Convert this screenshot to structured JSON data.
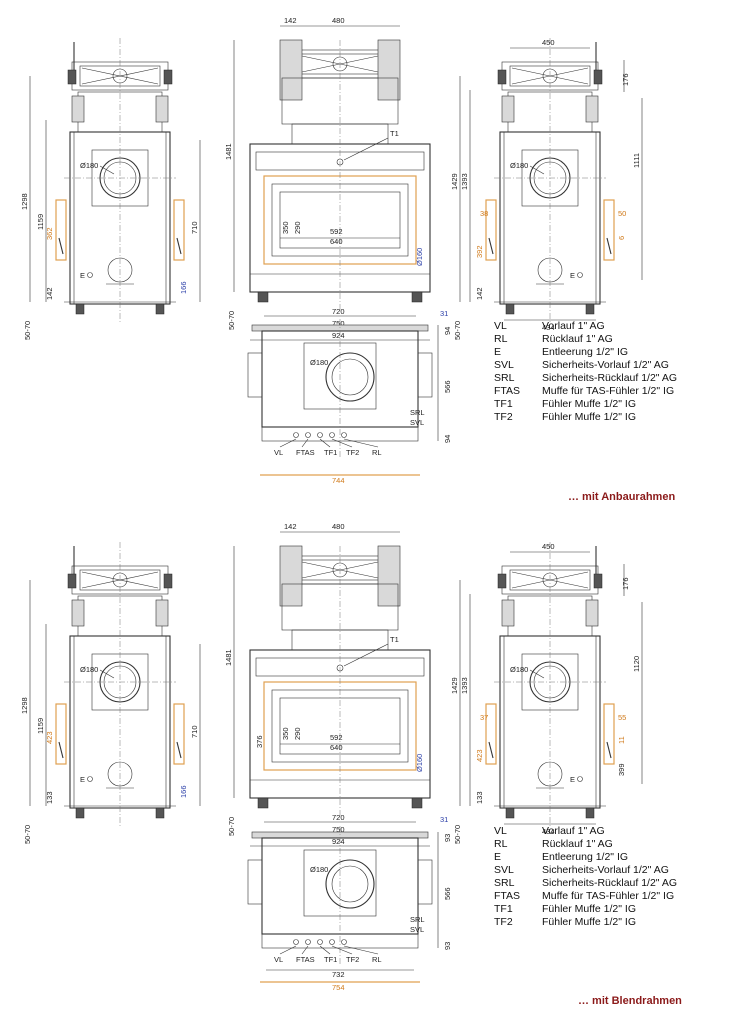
{
  "sections": [
    {
      "caption": "… mit Anbaurahmen",
      "side_left": {
        "d1298": "1298",
        "d1159": "1159",
        "d362": "362",
        "d142": "142",
        "d5070": "50-70",
        "dia": "Ø180",
        "e": "E",
        "d710": "710",
        "d166": "166"
      },
      "front": {
        "d142": "142",
        "d480": "480",
        "t1": "T1",
        "d1481": "1481",
        "d350": "350",
        "d290": "290",
        "d592": "592",
        "d640": "640",
        "d160": "Ø160",
        "d720": "720",
        "d750": "750",
        "d924": "924",
        "d31": "31",
        "d5070": "50-70",
        "d376": ""
      },
      "side_right": {
        "d450": "450",
        "d176": "176",
        "d1429": "1429",
        "d1393": "1393",
        "dia": "Ø180",
        "d1111": "1111",
        "d38": "38",
        "d50": "50",
        "d6": "6",
        "d392": "392",
        "d142": "142",
        "e": "E",
        "d434": "434",
        "d5070": "50-70"
      },
      "top": {
        "d94a": "94",
        "d566": "566",
        "d94b": "94",
        "dia": "Ø180",
        "srl": "SRL",
        "svl": "SVL",
        "vl": "VL",
        "ftas": "FTAS",
        "tf1": "TF1",
        "tf2": "TF2",
        "rl": "RL",
        "d732": "",
        "d744": "744"
      },
      "legend": [
        {
          "code": "VL",
          "text": "Vorlauf 1\" AG"
        },
        {
          "code": "RL",
          "text": "Rücklauf 1\" AG"
        },
        {
          "code": "E",
          "text": "Entleerung 1/2\" IG"
        },
        {
          "code": "SVL",
          "text": "Sicherheits-Vorlauf 1/2\" AG"
        },
        {
          "code": "SRL",
          "text": "Sicherheits-Rücklauf 1/2\" AG"
        },
        {
          "code": "FTAS",
          "text": "Muffe für TAS-Fühler 1/2\" IG"
        },
        {
          "code": "TF1",
          "text": "Fühler Muffe 1/2\" IG"
        },
        {
          "code": "TF2",
          "text": "Fühler Muffe 1/2\" IG"
        }
      ]
    },
    {
      "caption": "… mit Blendrahmen",
      "side_left": {
        "d1298": "1298",
        "d1159": "1159",
        "d362": "423",
        "d142": "133",
        "d5070": "50-70",
        "dia": "Ø180",
        "e": "E",
        "d710": "710",
        "d166": "166"
      },
      "front": {
        "d142": "142",
        "d480": "480",
        "t1": "T1",
        "d1481": "1481",
        "d350": "350",
        "d290": "290",
        "d592": "592",
        "d640": "640",
        "d160": "Ø160",
        "d720": "720",
        "d750": "750",
        "d924": "924",
        "d31": "31",
        "d5070": "50-70",
        "d376": "376"
      },
      "side_right": {
        "d450": "450",
        "d176": "176",
        "d1429": "1429",
        "d1393": "1393",
        "dia": "Ø180",
        "d1111": "1120",
        "d38": "37",
        "d50": "55",
        "d6": "11",
        "d392": "423",
        "d142": "133",
        "e": "E",
        "d434": "434",
        "d5070": "50-70",
        "d399": "399"
      },
      "top": {
        "d94a": "93",
        "d566": "566",
        "d94b": "93",
        "dia": "Ø180",
        "srl": "SRL",
        "svl": "SVL",
        "vl": "VL",
        "ftas": "FTAS",
        "tf1": "TF1",
        "tf2": "TF2",
        "rl": "RL",
        "d732": "732",
        "d744": "754"
      },
      "legend": [
        {
          "code": "VL",
          "text": "Vorlauf 1\" AG"
        },
        {
          "code": "RL",
          "text": "Rücklauf 1\" AG"
        },
        {
          "code": "E",
          "text": "Entleerung 1/2\" IG"
        },
        {
          "code": "SVL",
          "text": "Sicherheits-Vorlauf 1/2\" AG"
        },
        {
          "code": "SRL",
          "text": "Sicherheits-Rücklauf 1/2\" AG"
        },
        {
          "code": "FTAS",
          "text": "Muffe für TAS-Fühler 1/2\" IG"
        },
        {
          "code": "TF1",
          "text": "Fühler Muffe 1/2\" IG"
        },
        {
          "code": "TF2",
          "text": "Fühler Muffe 1/2\" IG"
        }
      ]
    }
  ]
}
